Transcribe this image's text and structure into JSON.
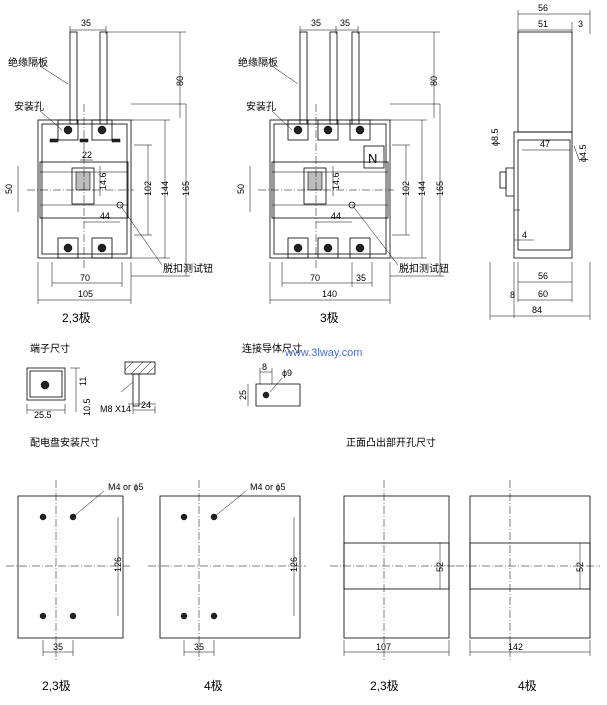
{
  "labels": {
    "insulation_barrier": "绝缘隔板",
    "mount_hole": "安装孔",
    "trip_test_button": "脱扣测试钮",
    "pole_23": "2,3极",
    "pole_3": "3极",
    "pole_4": "4极",
    "terminal_dims": "端子尺寸",
    "conductor_dims": "连接导体尺寸",
    "panel_mount_dims": "配电盘安装尺寸",
    "front_cutout_dims": "正面凸出部开孔尺寸",
    "screw_spec": "M4 or ϕ5",
    "terminal_screw": "M8 X14",
    "neutral_mark": "N",
    "watermark": "www.3lway.com"
  },
  "dims": {
    "d35": "35",
    "d80": "80",
    "d22": "22",
    "d14_6": "14.6",
    "d50": "50",
    "d102": "102",
    "d144": "144",
    "d165": "165",
    "d44": "44",
    "d70": "70",
    "d105": "105",
    "d140": "140",
    "d56": "56",
    "d51": "51",
    "d3": "3",
    "d8_5": "ϕ8.5",
    "d47": "47",
    "d4_5": "ϕ4.5",
    "d4": "4",
    "d8": "8",
    "d60": "60",
    "d84": "84",
    "d11": "11",
    "d25_5": "25.5",
    "d10_5": "10.5",
    "d24": "24",
    "d9": "ϕ9",
    "d25": "25",
    "d126": "126",
    "d52": "52",
    "d107": "107",
    "d142": "142"
  }
}
